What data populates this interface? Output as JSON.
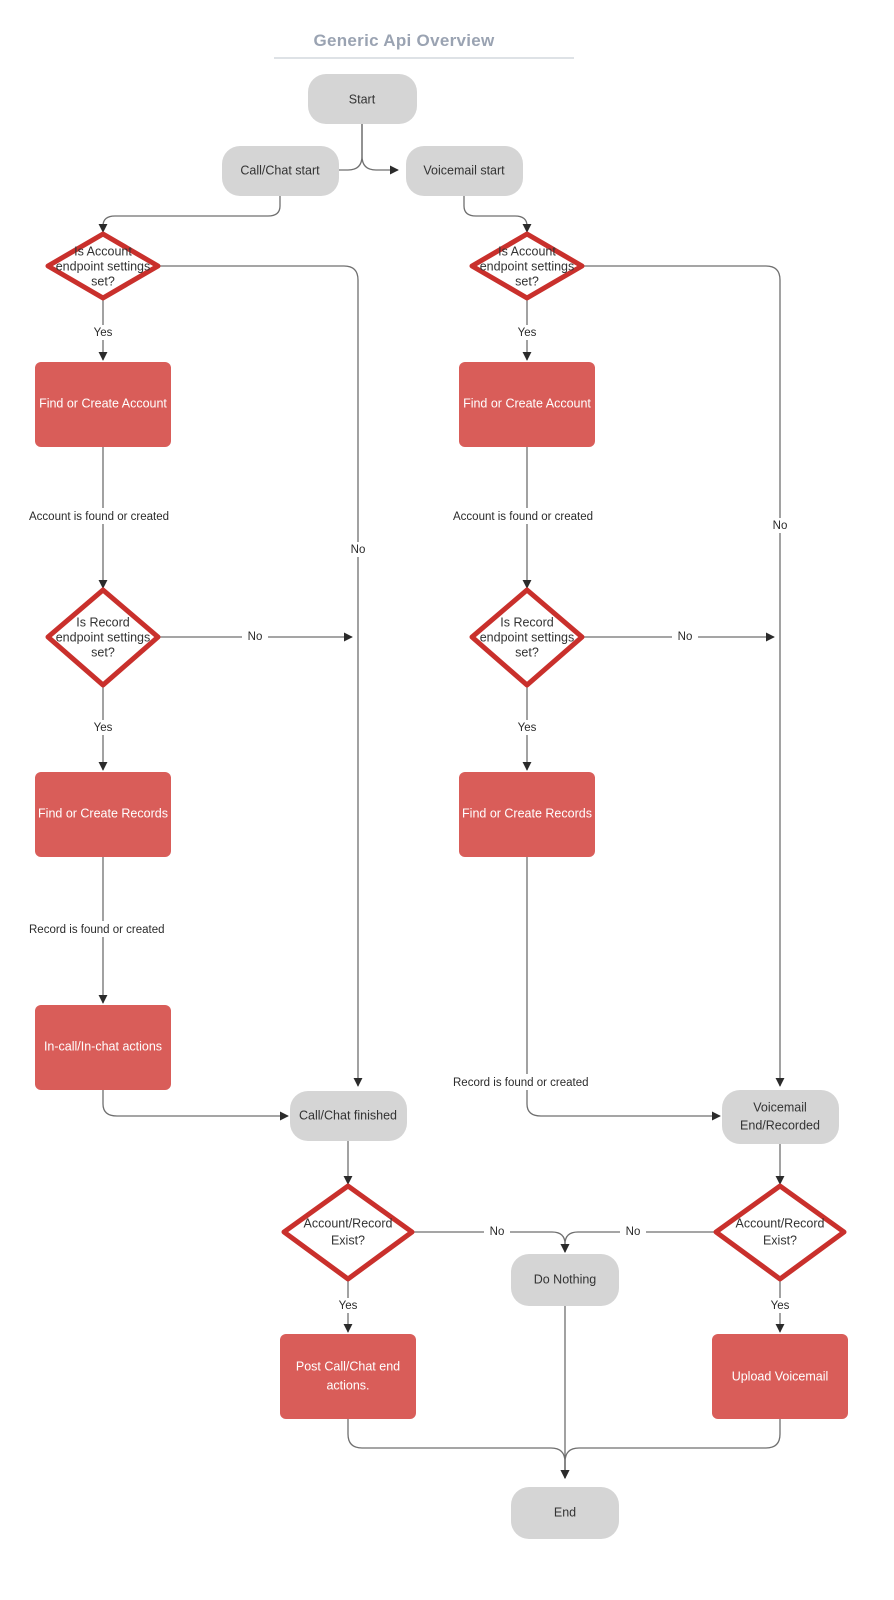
{
  "title": "Generic Api Overview",
  "colors": {
    "gray_node": "#d5d5d5",
    "red_node": "#d95d59",
    "diamond_border": "#c9302c",
    "diamond_fill": "#ffffff",
    "edge": "#6f6f6f",
    "title": "#9aa3b2",
    "text": "#333333",
    "text_on_red": "#ffffff"
  },
  "nodes": {
    "start": "Start",
    "call_chat_start": "Call/Chat start",
    "voicemail_start": "Voicemail start",
    "acct_q_left_l1": "Is Account",
    "acct_q_left_l2": "endpoint settings",
    "acct_q_left_l3": "set?",
    "acct_q_right_l1": "Is Account",
    "acct_q_right_l2": "endpoint settings",
    "acct_q_right_l3": "set?",
    "find_create_account_left": "Find or Create Account",
    "find_create_account_right": "Find or Create Account",
    "rec_q_left_l1": "Is Record",
    "rec_q_left_l2": "endpoint settings",
    "rec_q_left_l3": "set?",
    "rec_q_right_l1": "Is Record",
    "rec_q_right_l2": "endpoint settings",
    "rec_q_right_l3": "set?",
    "find_create_records_left": "Find or Create Records",
    "find_create_records_right": "Find or Create Records",
    "in_call_actions": "In-call/In-chat actions",
    "call_chat_finished": "Call/Chat finished",
    "voicemail_end_l1": "Voicemail",
    "voicemail_end_l2": "End/Recorded",
    "exist_q_left_l1": "Account/Record",
    "exist_q_left_l2": "Exist?",
    "exist_q_right_l1": "Account/Record",
    "exist_q_right_l2": "Exist?",
    "do_nothing": "Do Nothing",
    "post_call_actions_l1": "Post Call/Chat end",
    "post_call_actions_l2": "actions.",
    "upload_voicemail": "Upload Voicemail",
    "end": "End"
  },
  "edge_labels": {
    "yes_acct_left": "Yes",
    "yes_acct_right": "Yes",
    "no_acct_left": "No",
    "no_acct_right": "No",
    "account_found_left": "Account is found or created",
    "account_found_right": "Account is found or created",
    "no_rec_left": "No",
    "no_rec_right": "No",
    "yes_rec_left": "Yes",
    "yes_rec_right": "Yes",
    "record_found_left": "Record is found or created",
    "record_found_right": "Record is found or created",
    "yes_exist_left": "Yes",
    "yes_exist_right": "Yes",
    "no_exist_left": "No",
    "no_exist_right": "No"
  }
}
